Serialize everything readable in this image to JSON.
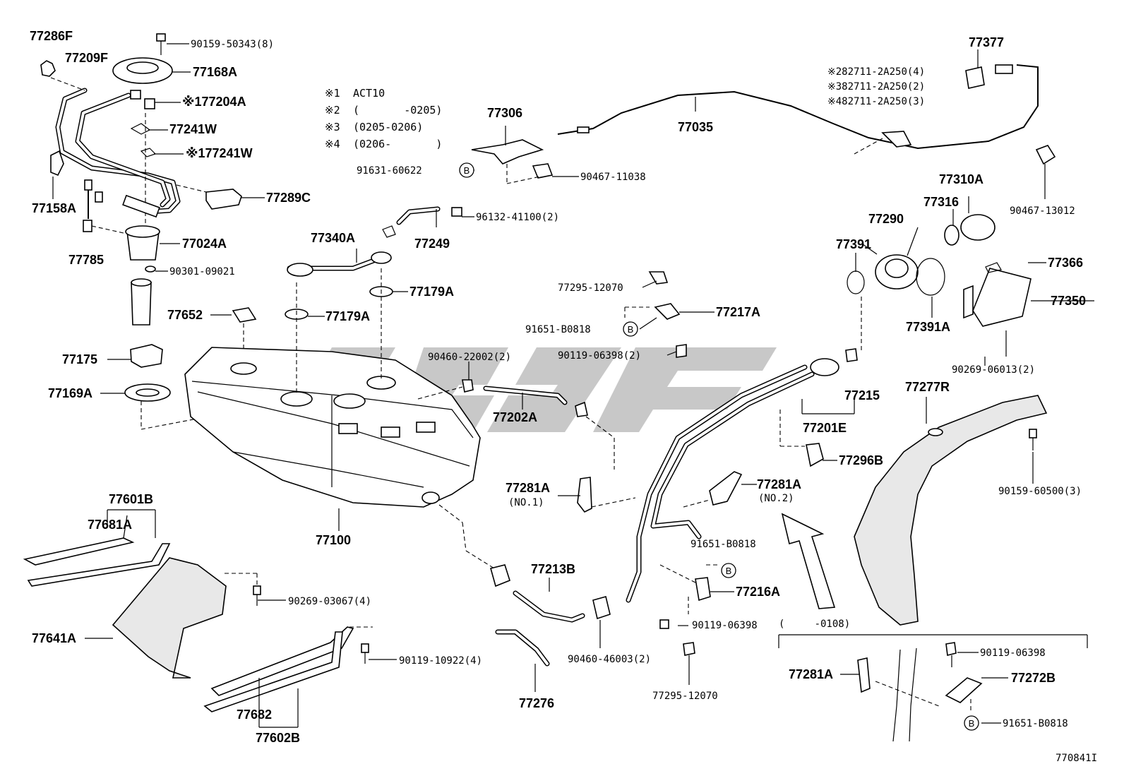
{
  "notes": [
    {
      "mark": "※1",
      "text": "ACT10"
    },
    {
      "mark": "※2",
      "text": "(       -0205)"
    },
    {
      "mark": "※3",
      "text": "(0205-0206)"
    },
    {
      "mark": "※4",
      "text": "(0206-       )"
    }
  ],
  "labels": {
    "p77286F": "77286F",
    "p90159_50343": "90159-50343(8)",
    "p77209F": "77209F",
    "p77168A": "77168A",
    "p77204A": "※177204A",
    "p77241W_a": "77241W",
    "p77241W_b": "※177241W",
    "p77289C": "77289C",
    "p77158A": "77158A",
    "p77024A": "77024A",
    "p77785": "77785",
    "p90301_09021": "90301-09021",
    "p77652": "77652",
    "p77175": "77175",
    "p77169A": "77169A",
    "p77340A": "77340A",
    "p77249": "77249",
    "p96132_41100": "96132-41100(2)",
    "p77179A_a": "77179A",
    "p77179A_b": "77179A",
    "p77306": "77306",
    "p91631_60622": "91631-60622",
    "p90467_11038": "90467-11038",
    "p77035": "77035",
    "p77377": "77377",
    "p82711_a": "※282711-2A250(4)",
    "p82711_b": "※382711-2A250(2)",
    "p82711_c": "※482711-2A250(3)",
    "p90467_13012": "90467-13012",
    "p77310A": "77310A",
    "p77316": "77316",
    "p77290": "77290",
    "p77391": "77391",
    "p77366": "77366",
    "p77350": "77350",
    "p77391A": "77391A",
    "p90269_06013": "90269-06013(2)",
    "p77295_12070_a": "77295-12070",
    "p77217A": "77217A",
    "p91651_B0818_a": "91651-B0818",
    "p90119_06398_a": "90119-06398(2)",
    "p90460_22002": "90460-22002(2)",
    "p77202A": "77202A",
    "p77215": "77215",
    "p77201E": "77201E",
    "p77296B": "77296B",
    "p77277R": "77277R",
    "p90159_60500": "90159-60500(3)",
    "p77281A_1": "77281A",
    "p77281A_1sub": "(NO.1)",
    "p77281A_2": "77281A",
    "p77281A_2sub": "(NO.2)",
    "p77100": "77100",
    "p77601B": "77601B",
    "p77681A": "77681A",
    "p90269_03067": "90269-03067(4)",
    "p77641A": "77641A",
    "p90119_10922": "90119-10922(4)",
    "p77682": "77682",
    "p77602B": "77602B",
    "p77213B": "77213B",
    "p77276": "77276",
    "p90460_46003": "90460-46003(2)",
    "p91651_B0818_b": "91651-B0818",
    "p77216A": "77216A",
    "p90119_06398_b": "90119-06398",
    "p77295_12070_b": "77295-12070",
    "p0108": "(     -0108)",
    "p77281A_3": "77281A",
    "p90119_06398_c": "90119-06398",
    "p77272B": "77272B",
    "p91651_B0818_c": "91651-B0818",
    "diagram_id": "770841I"
  },
  "callout_letter": "B"
}
